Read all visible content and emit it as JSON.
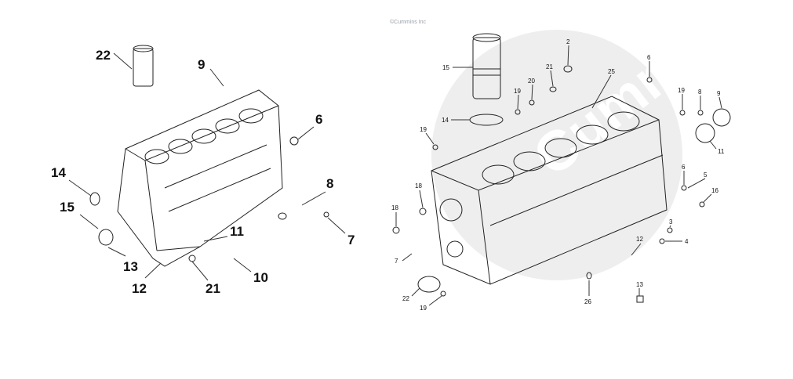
{
  "left_diagram": {
    "callouts": [
      {
        "id": "22",
        "label": "22"
      },
      {
        "id": "9",
        "label": "9"
      },
      {
        "id": "6",
        "label": "6"
      },
      {
        "id": "14",
        "label": "14"
      },
      {
        "id": "8",
        "label": "8"
      },
      {
        "id": "15",
        "label": "15"
      },
      {
        "id": "11",
        "label": "11"
      },
      {
        "id": "7",
        "label": "7"
      },
      {
        "id": "13",
        "label": "13"
      },
      {
        "id": "10",
        "label": "10"
      },
      {
        "id": "12",
        "label": "12"
      },
      {
        "id": "21",
        "label": "21"
      }
    ]
  },
  "right_diagram": {
    "credit": "©Cummins Inc",
    "watermark": "Cummins",
    "callouts": [
      {
        "id": "15",
        "label": "15"
      },
      {
        "id": "14",
        "label": "14"
      },
      {
        "id": "2",
        "label": "2"
      },
      {
        "id": "21",
        "label": "21"
      },
      {
        "id": "20",
        "label": "20"
      },
      {
        "id": "19a",
        "label": "19"
      },
      {
        "id": "25",
        "label": "25"
      },
      {
        "id": "6a",
        "label": "6"
      },
      {
        "id": "19b",
        "label": "19"
      },
      {
        "id": "19c",
        "label": "19"
      },
      {
        "id": "8",
        "label": "8"
      },
      {
        "id": "9",
        "label": "9"
      },
      {
        "id": "11",
        "label": "11"
      },
      {
        "id": "18a",
        "label": "18"
      },
      {
        "id": "18b",
        "label": "18"
      },
      {
        "id": "6b",
        "label": "6"
      },
      {
        "id": "5",
        "label": "5"
      },
      {
        "id": "16",
        "label": "16"
      },
      {
        "id": "3",
        "label": "3"
      },
      {
        "id": "4",
        "label": "4"
      },
      {
        "id": "12",
        "label": "12"
      },
      {
        "id": "7",
        "label": "7"
      },
      {
        "id": "22",
        "label": "22"
      },
      {
        "id": "19d",
        "label": "19"
      },
      {
        "id": "26",
        "label": "26"
      },
      {
        "id": "13",
        "label": "13"
      }
    ]
  }
}
